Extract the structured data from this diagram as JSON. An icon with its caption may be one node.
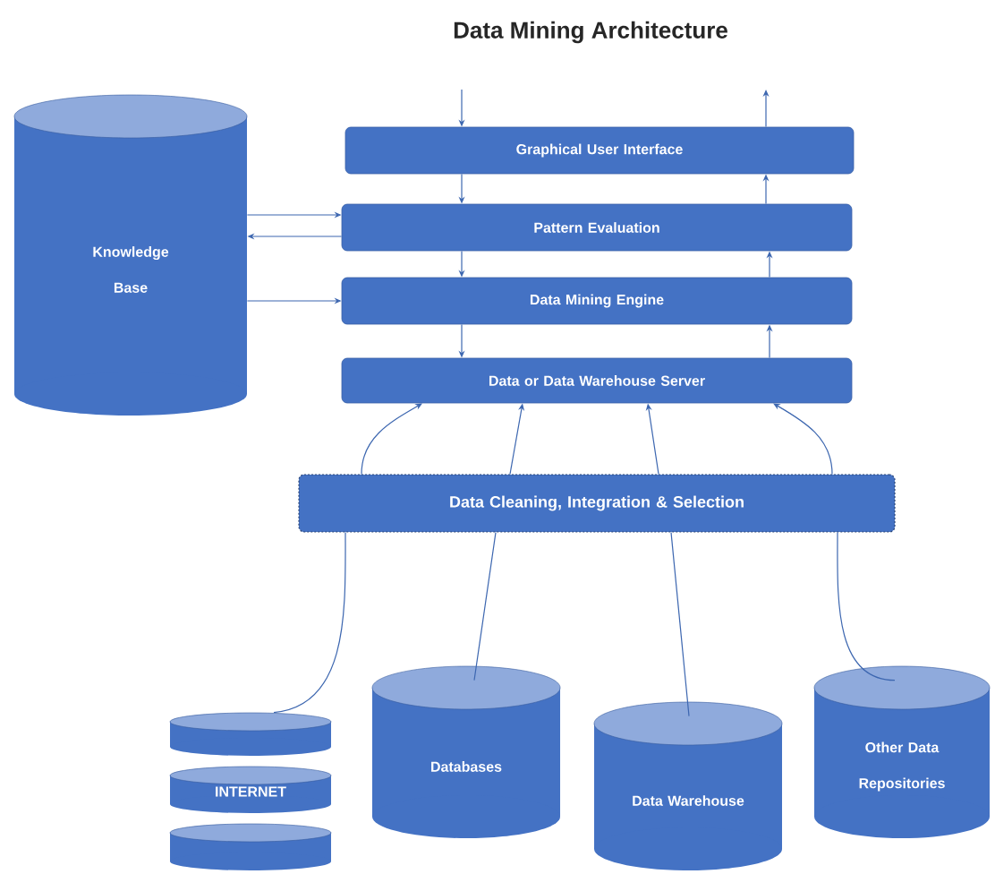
{
  "diagram": {
    "title": "Data Mining Architecture",
    "nodes": [
      {
        "text": [
          "Knowledge Base"
        ]
      },
      {
        "text": [
          "Graphical User Interface"
        ]
      },
      {
        "text": [
          "Pattern Evaluation"
        ]
      },
      {
        "text": [
          "Data Mining Engine"
        ]
      },
      {
        "text": [
          "Data or Data Warehouse Server"
        ]
      },
      {
        "text": [
          "Data Cleaning, Integration & Selection"
        ]
      },
      {
        "text": [
          "INTERNET"
        ]
      },
      {
        "text": [
          "Databases"
        ]
      },
      {
        "text": [
          "Data Warehouse"
        ]
      },
      {
        "text": [
          "Other Data Repositories"
        ]
      }
    ],
    "edges": [
      {
        "from": null,
        "to": 1,
        "arrow": "to"
      },
      {
        "from": 1,
        "to": 2,
        "arrow": "to"
      },
      {
        "from": 2,
        "to": 3,
        "arrow": "to"
      },
      {
        "from": 3,
        "to": 4,
        "arrow": "to"
      },
      {
        "from": 4,
        "to": 3,
        "arrow": "to"
      },
      {
        "from": 3,
        "to": 2,
        "arrow": "to"
      },
      {
        "from": 2,
        "to": 1,
        "arrow": "to"
      },
      {
        "from": 1,
        "to": null,
        "arrow": "to"
      },
      {
        "from": 0,
        "to": 2,
        "arrow": "to"
      },
      {
        "from": 2,
        "to": 0,
        "arrow": "to"
      },
      {
        "from": 0,
        "to": 3,
        "arrow": "to"
      },
      {
        "from": 6,
        "to": 5,
        "arrow": "none"
      },
      {
        "from": 7,
        "to": 5,
        "arrow": "none"
      },
      {
        "from": 8,
        "to": 5,
        "arrow": "none"
      },
      {
        "from": 9,
        "to": 5,
        "arrow": "none"
      },
      {
        "from": 5,
        "to": 4,
        "arrow": "to"
      },
      {
        "from": 5,
        "to": 4,
        "arrow": "to"
      },
      {
        "from": 5,
        "to": 4,
        "arrow": "to"
      },
      {
        "from": 5,
        "to": 4,
        "arrow": "to"
      }
    ]
  }
}
